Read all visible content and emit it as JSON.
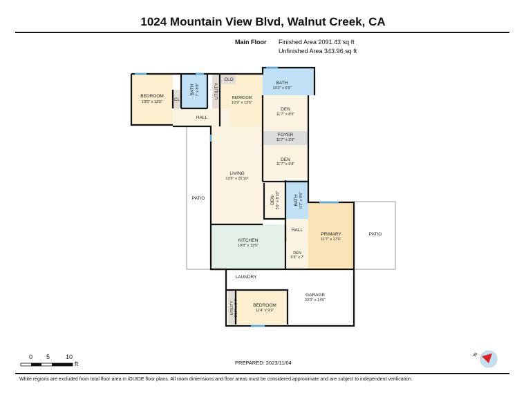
{
  "title": "1024 Mountain View Blvd, Walnut Creek, CA",
  "floor": {
    "label": "Main Floor",
    "finished": "Finished Area 2091.43 sq ft",
    "unfinished": "Unfinished Area 343.96 sq ft"
  },
  "rooms": {
    "bedroom1": {
      "name": "BEDROOM",
      "dim": "13'5\" x 13'5\""
    },
    "cl": {
      "name": "CL"
    },
    "bath1": {
      "name": "BATH",
      "dim": "7' x 8'8\""
    },
    "utility1": {
      "name": "UTILITY"
    },
    "clo": {
      "name": "CLO"
    },
    "bedroom2": {
      "name": "BEDROOM",
      "dim": "10'9\" x 13'5\""
    },
    "bath2": {
      "name": "BATH",
      "dim": "13'2\" x 6'9\""
    },
    "den1": {
      "name": "DEN",
      "dim": "11'7\" x 8'5\""
    },
    "hall1": {
      "name": "HALL"
    },
    "foyer": {
      "name": "FOYER",
      "dim": "11'7\" x 3'9\""
    },
    "den2": {
      "name": "DEN",
      "dim": "11'7\" x 9'8\""
    },
    "living": {
      "name": "LIVING",
      "dim": "13'6\" x 25'10\""
    },
    "patio1": {
      "name": "PATIO"
    },
    "den3": {
      "name": "DEN",
      "dim": "5'6\" x 8'10\""
    },
    "bath3": {
      "name": "BATH",
      "dim": "5'7\" x 9'6\""
    },
    "hall2": {
      "name": "HALL"
    },
    "primary": {
      "name": "PRIMARY",
      "dim": "11'7\" x 17'6\""
    },
    "patio2": {
      "name": "PATIO"
    },
    "kitchen": {
      "name": "KITCHEN",
      "dim": "19'8\" x 13'5\""
    },
    "den4": {
      "name": "DEN",
      "dim": "5'6\" x 7'"
    },
    "laundry": {
      "name": "LAUNDRY"
    },
    "garage": {
      "name": "GARAGE",
      "dim": "33'3\" x 14'6\""
    },
    "utility2": {
      "name": "UTILITY",
      "dim": "3'10\" x 9'4\""
    },
    "bedroom3": {
      "name": "BEDROOM",
      "dim": "11'4\" x 9'2\""
    }
  },
  "colors": {
    "bedroom": "#fbefcf",
    "bath": "#bfe0f5",
    "kitchen": "#e3f1e8",
    "utility": "#e2ddd5",
    "foyer": "#dcdcdc",
    "window": "#5aa9d6"
  },
  "scale": {
    "t0": "0",
    "t5": "5",
    "t10": "10",
    "unit": "ft"
  },
  "prepared": "PREPARED: 2023/11/04",
  "compass": {
    "label": "N"
  },
  "disclaimer": "White regions are excluded from total floor area in iGUIDE floor plans. All room dimensions and floor areas must be considered approximate and are subject to independent verification."
}
